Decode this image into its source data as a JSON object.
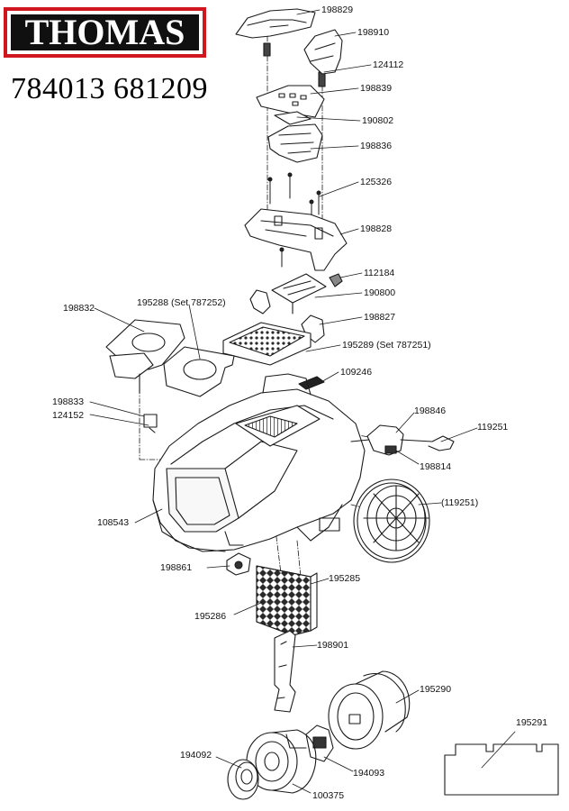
{
  "brand": "THOMAS",
  "model_numbers": "784013 681209",
  "parts": [
    {
      "id": "p198829",
      "label": "198829"
    },
    {
      "id": "p198910",
      "label": "198910"
    },
    {
      "id": "p124112",
      "label": "124112"
    },
    {
      "id": "p198839",
      "label": "198839"
    },
    {
      "id": "p190802",
      "label": "190802"
    },
    {
      "id": "p198836",
      "label": "198836"
    },
    {
      "id": "p125326",
      "label": "125326"
    },
    {
      "id": "p198828",
      "label": "198828"
    },
    {
      "id": "p112184",
      "label": "112184"
    },
    {
      "id": "p190800",
      "label": "190800"
    },
    {
      "id": "p198827",
      "label": "198827"
    },
    {
      "id": "p198832",
      "label": "198832"
    },
    {
      "id": "p195288",
      "label": "195288 (Set 787252)"
    },
    {
      "id": "p195289",
      "label": "195289 (Set 787251)"
    },
    {
      "id": "p109246",
      "label": "109246"
    },
    {
      "id": "p198833",
      "label": "198833"
    },
    {
      "id": "p124152",
      "label": "124152"
    },
    {
      "id": "p198846",
      "label": "198846"
    },
    {
      "id": "p119251",
      "label": "119251"
    },
    {
      "id": "p198814",
      "label": "198814"
    },
    {
      "id": "p108543",
      "label": "108543"
    },
    {
      "id": "p119251b",
      "label": "(119251)"
    },
    {
      "id": "p198861",
      "label": "198861"
    },
    {
      "id": "p195285",
      "label": "195285"
    },
    {
      "id": "p195286",
      "label": "195286"
    },
    {
      "id": "p198901",
      "label": "198901"
    },
    {
      "id": "p195290",
      "label": "195290"
    },
    {
      "id": "p195291",
      "label": "195291"
    },
    {
      "id": "p194092",
      "label": "194092"
    },
    {
      "id": "p194093",
      "label": "194093"
    },
    {
      "id": "p100375",
      "label": "100375"
    }
  ]
}
